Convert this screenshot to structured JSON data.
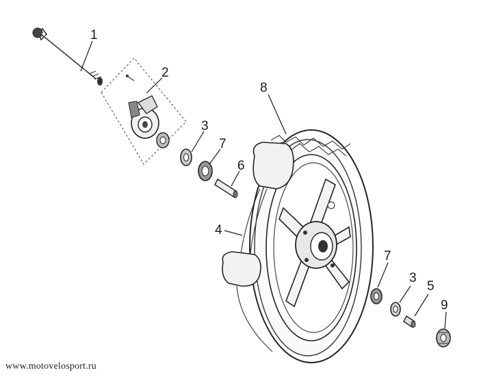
{
  "diagram": {
    "parts": [
      {
        "number": "1",
        "name": "axle"
      },
      {
        "number": "2",
        "name": "speedometer-gear-assembly"
      },
      {
        "number": "3",
        "name": "spacer"
      },
      {
        "number": "7",
        "name": "bearing"
      },
      {
        "number": "6",
        "name": "distance-collar"
      },
      {
        "number": "8",
        "name": "tire"
      },
      {
        "number": "4",
        "name": "wheel-rim"
      },
      {
        "number": "7",
        "name": "bearing"
      },
      {
        "number": "3",
        "name": "spacer"
      },
      {
        "number": "5",
        "name": "collar"
      },
      {
        "number": "9",
        "name": "axle-nut"
      }
    ],
    "colors": {
      "line": "#2a2a2a",
      "background": "#ffffff"
    }
  },
  "footer": {
    "watermark": "www.motovelosport.ru"
  }
}
